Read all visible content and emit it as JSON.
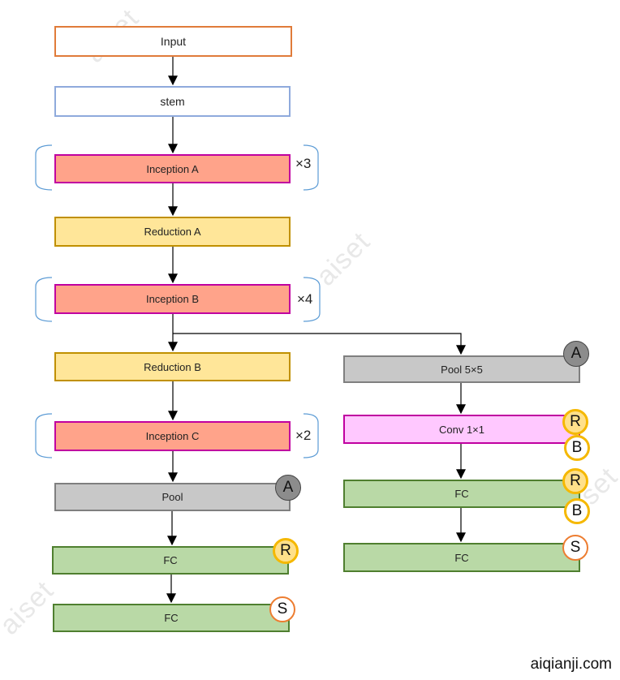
{
  "nodes": {
    "input": "Input",
    "stem": "stem",
    "inception_a": "Inception A",
    "reduction_a": "Reduction A",
    "inception_b": "Inception B",
    "reduction_b": "Reduction B",
    "inception_c": "Inception C",
    "pool": "Pool",
    "fc1": "FC",
    "fc2": "FC",
    "aux_pool": "Pool 5×5",
    "aux_conv": "Conv 1×1",
    "aux_fc1": "FC",
    "aux_fc2": "FC"
  },
  "repeats": {
    "inception_a": "×3",
    "inception_b": "×4",
    "inception_c": "×2"
  },
  "badges": {
    "A": "A",
    "R": "R",
    "B": "B",
    "S": "S"
  },
  "watermark": "aiset",
  "site": "aiqianji.com",
  "colors": {
    "input_border": "#e07b3a",
    "stem_border": "#8faadc",
    "inception_fill": "#ffa38a",
    "inception_border": "#c000a0",
    "reduction_fill": "#ffe699",
    "reduction_border": "#c09000",
    "pool_fill": "#c8c8c8",
    "pool_border": "#7f7f7f",
    "conv_fill": "#ffc8ff",
    "fc_fill": "#b9d9a6",
    "fc_border": "#4f7f2f",
    "badge_A": "#8c8c8c",
    "badge_R": "#ffe08a",
    "badge_ring": "#f5b800",
    "badge_S_ring": "#ed7d31"
  }
}
